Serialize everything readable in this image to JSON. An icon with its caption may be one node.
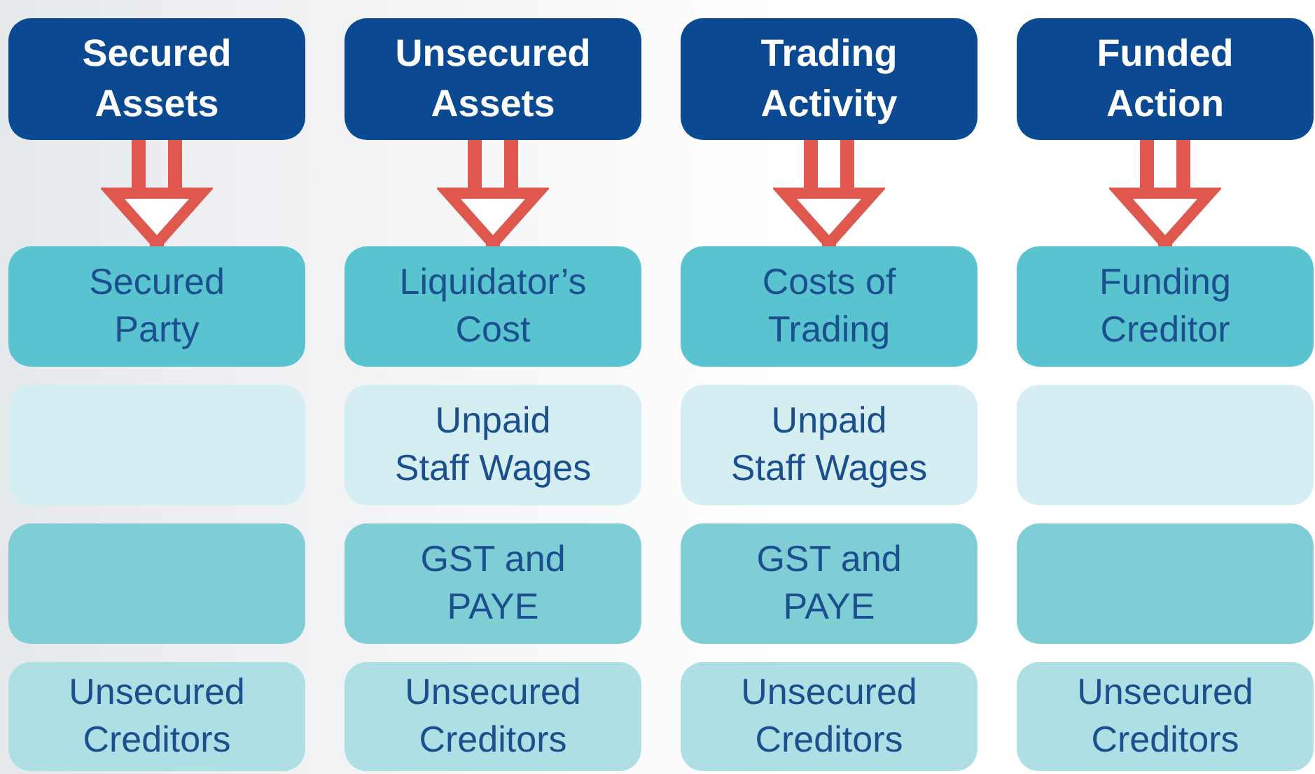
{
  "diagram": {
    "nodes": [
      {
        "text": [
          "Secured Assets"
        ]
      },
      {
        "text": [
          "Unsecured Assets"
        ]
      },
      {
        "text": [
          "Trading Activity"
        ]
      },
      {
        "text": [
          "Funded Action"
        ]
      },
      {
        "text": [
          "Secured Party"
        ]
      },
      {
        "text": [
          "Liquidator’s Cost"
        ]
      },
      {
        "text": [
          "Costs of Trading"
        ]
      },
      {
        "text": [
          "Funding Creditor"
        ]
      },
      {
        "text": [],
        "shape": "box"
      },
      {
        "text": [
          "Unpaid Staff Wages"
        ]
      },
      {
        "text": [
          "Unpaid Staff Wages"
        ]
      },
      {
        "text": [],
        "shape": "box"
      },
      {
        "text": [],
        "shape": "box"
      },
      {
        "text": [
          "GST and PAYE"
        ]
      },
      {
        "text": [
          "GST and PAYE"
        ]
      },
      {
        "text": [],
        "shape": "box"
      },
      {
        "text": [
          "Unsecured Creditors"
        ]
      },
      {
        "text": [
          "Unsecured Creditors"
        ]
      },
      {
        "text": [
          "Unsecured Creditors"
        ]
      },
      {
        "text": [
          "Unsecured Creditors"
        ]
      }
    ],
    "edges": [
      {
        "from": 0,
        "to": 4,
        "arrow": "to"
      },
      {
        "from": 1,
        "to": 5,
        "arrow": "to"
      },
      {
        "from": 2,
        "to": 6,
        "arrow": "to"
      },
      {
        "from": 3,
        "to": 7,
        "arrow": "to"
      }
    ]
  }
}
